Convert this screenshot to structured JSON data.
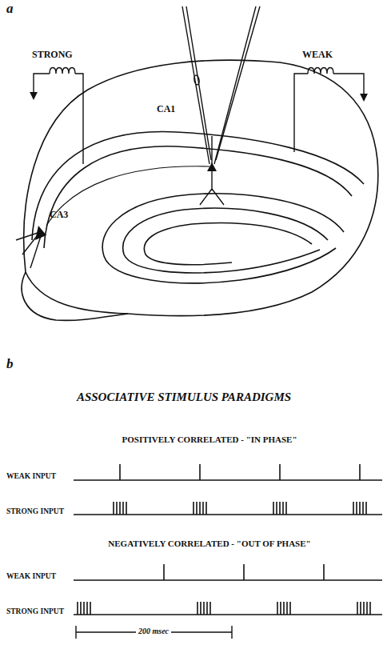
{
  "diagram": {
    "labels": [
      "a",
      "STRONG",
      "WEAK",
      "CA3",
      "CA1",
      "b",
      "ASSOCIATIVE STIMULUS PARADIGMS",
      "POSITIVELY CORRELATED - \"IN PHASE\"",
      "WEAK INPUT",
      "STRONG INPUT",
      "NEGATIVELY CORRELATED - \"OUT OF PHASE\"",
      "WEAK INPUT",
      "STRONG INPUT",
      "200 msec"
    ]
  }
}
